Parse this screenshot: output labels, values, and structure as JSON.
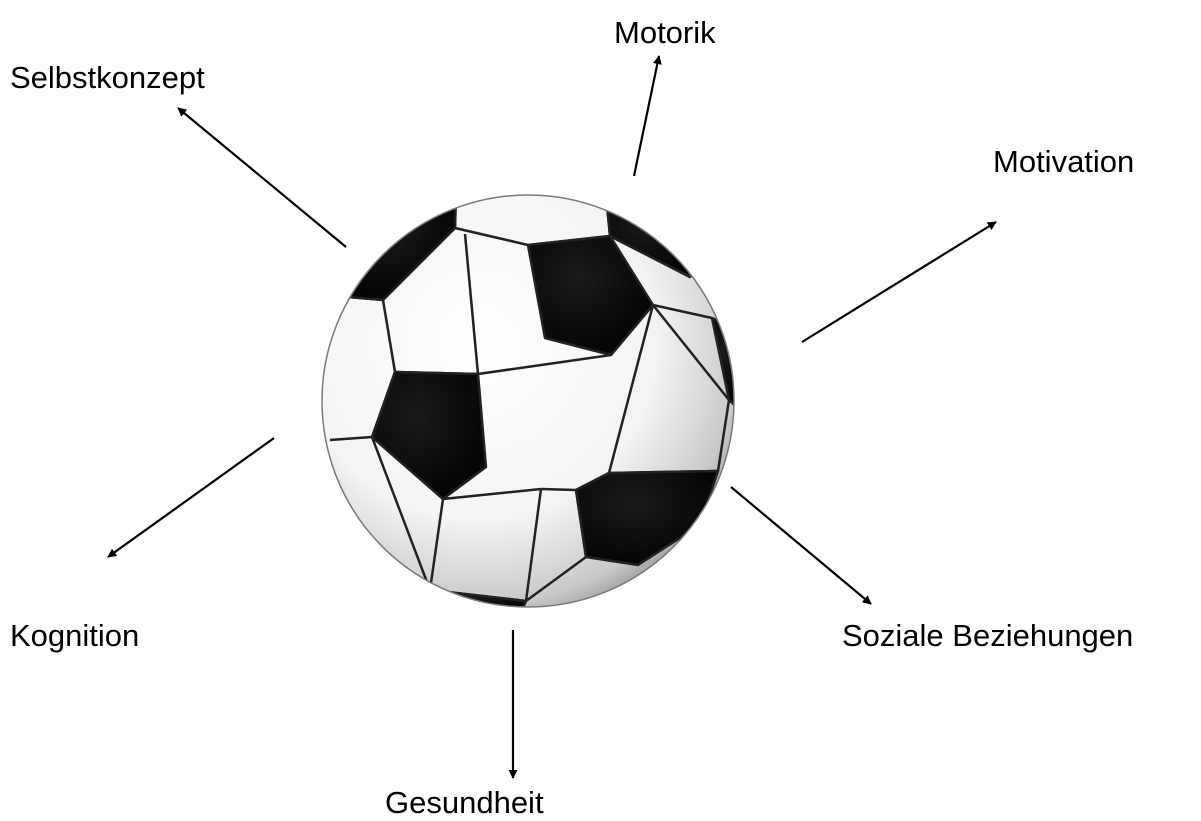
{
  "diagram": {
    "center": {
      "icon": "soccer-ball-icon"
    },
    "labels": {
      "motorik": "Motorik",
      "selbstkonzept": "Selbstkonzept",
      "motivation": "Motivation",
      "kognition": "Kognition",
      "soziale_beziehungen": "Soziale Beziehungen",
      "gesundheit": "Gesundheit"
    },
    "colors": {
      "line": "#000000",
      "ball_patch": "#000000",
      "ball_base": "#ffffff"
    }
  }
}
